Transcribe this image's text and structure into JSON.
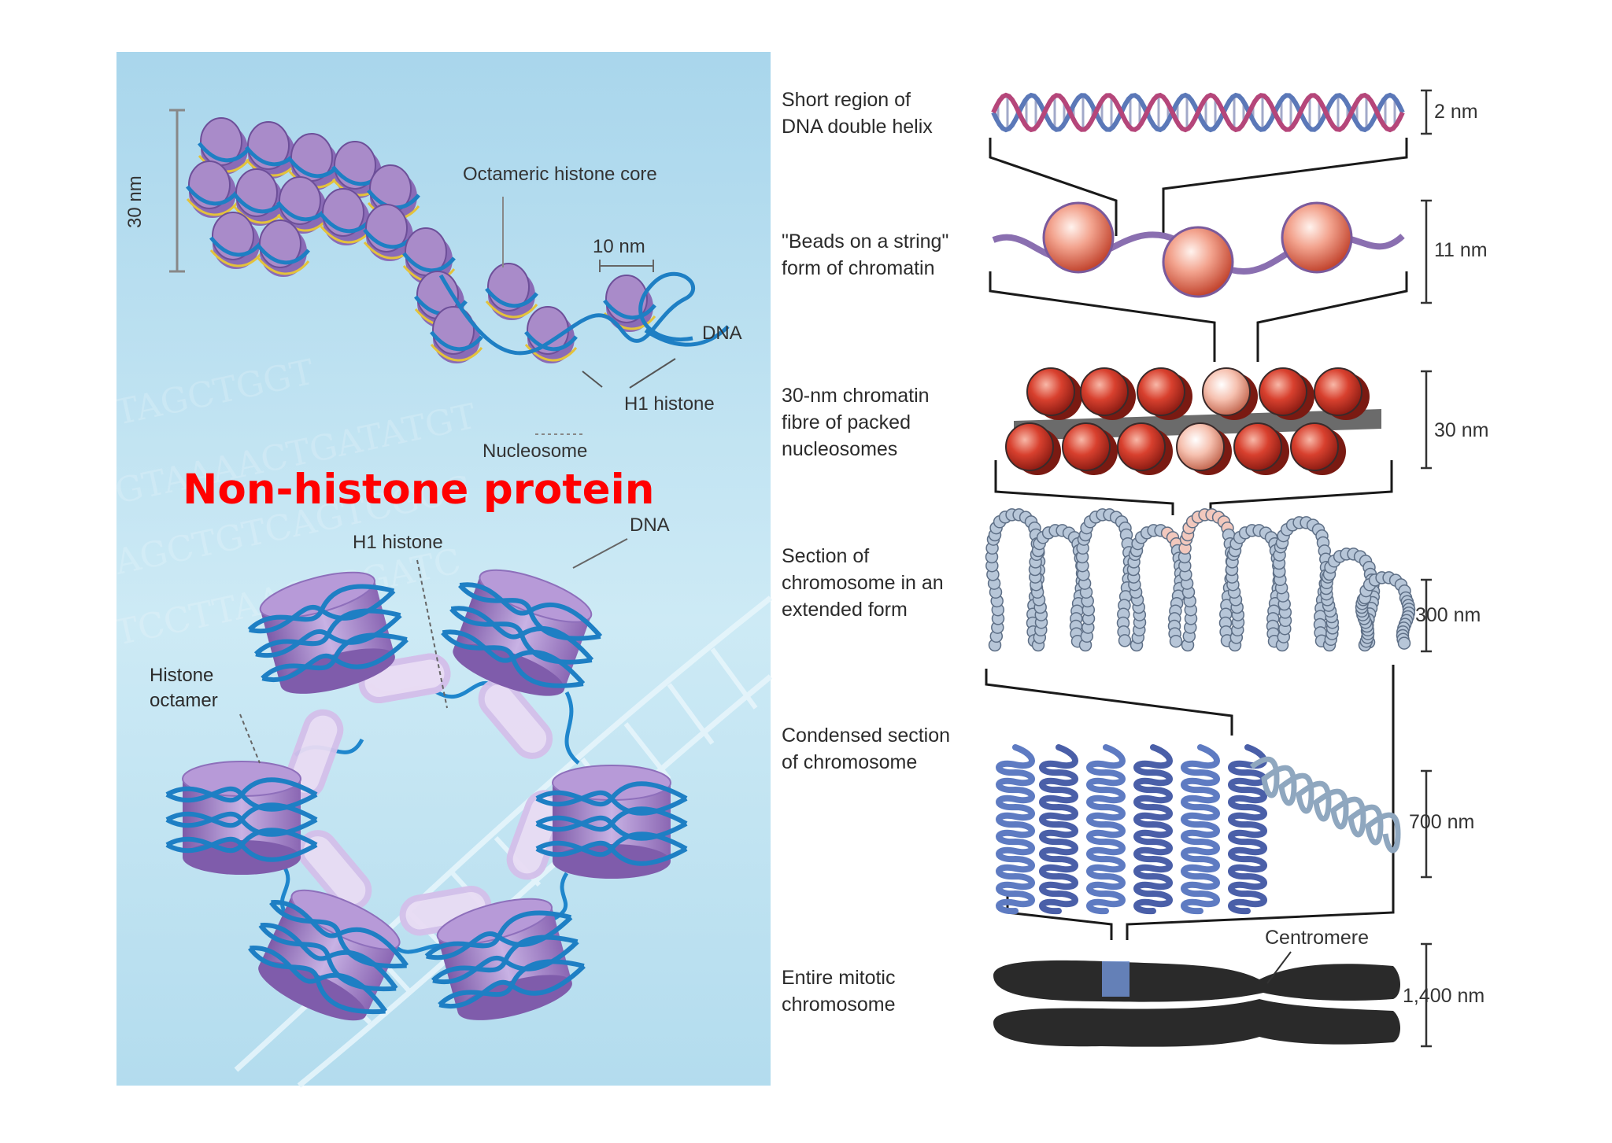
{
  "left_panel": {
    "title": "Non-histone protein",
    "top_diagram": {
      "scale_30nm": "30 nm",
      "octameric_core": "Octameric histone core",
      "scale_10nm": "10 nm",
      "dna": "DNA",
      "h1_histone": "H1 histone",
      "nucleosome": "Nucleosome"
    },
    "bottom_diagram": {
      "dna": "DNA",
      "h1_histone": "H1 histone",
      "histone_octamer_line1": "Histone",
      "histone_octamer_line2": "octamer"
    }
  },
  "right_panel": {
    "levels": [
      {
        "lines": [
          "Short region of",
          "DNA double helix"
        ],
        "scale": "2 nm"
      },
      {
        "lines": [
          "\"Beads on a string\"",
          "form of chromatin"
        ],
        "scale": "11 nm"
      },
      {
        "lines": [
          "30-nm chromatin",
          "fibre of packed",
          "nucleosomes"
        ],
        "scale": "30 nm"
      },
      {
        "lines": [
          "Section of",
          "chromosome in an",
          "extended form"
        ],
        "scale": "300 nm"
      },
      {
        "lines": [
          "Condensed section",
          "of chromosome"
        ],
        "scale": "700 nm"
      },
      {
        "lines": [
          "Entire mitotic",
          "chromosome"
        ],
        "scale": "1,400 nm"
      }
    ],
    "centromere": "Centromere"
  },
  "colors": {
    "title_red": "#ff0000",
    "histone_purple": "#a98bc9",
    "dna_blue": "#1e7fc4",
    "nucleosome_red": "#d63a2e",
    "chromosome_dark": "#2a2a2a"
  }
}
